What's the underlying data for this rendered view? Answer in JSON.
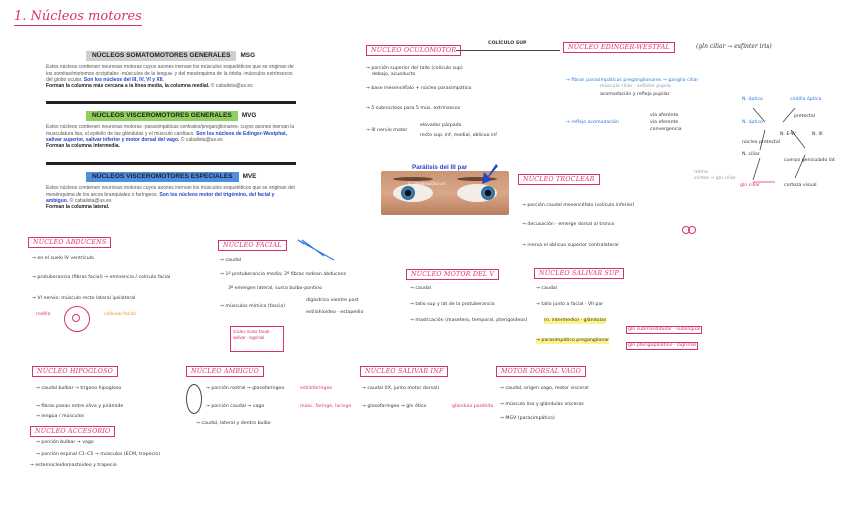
{
  "page_title": "1. Núcleos motores",
  "printed": {
    "somatomotores": {
      "heading": "NÚCLEOS SOMATOMOTORES GENERALES",
      "abbr": "MSG",
      "text": "Estos núcleos contienen neuronas motoras cuyos axones inervan los músculos esqueléticos que se originan de los somitas/miotomos occipitales -músculos de la lengua- y del mesénquima de la órbita -músculos extrínsecos del globo ocular.",
      "blue": "Son los núcleos del III, IV, VI y XII.",
      "bold": "Forman la columna más cercana a la línea media, la columna medial.",
      "credit": "© cabalista@us.es"
    },
    "visceromotores_generales": {
      "heading": "NÚCLEOS VISCEROMOTORES GENERALES",
      "abbr": "MVG",
      "text": "Estos núcleos contienen neuronas motoras -parasimpáticas centrales/preganglionares- cuyos axones inervan la musculatura lisa, el epitelio de las glándulas y el músculo cardíaco.",
      "blue": "Son los núcleos de Edinger-Westphal, salivar superior, salivar inferior y motor dorsal del vago.",
      "credit": "© cabalista@us.es",
      "bold": "Forman la columna intermedia."
    },
    "visceromotores_especiales": {
      "heading": "NÚCLEOS VISCEROMOTORES ESPECIALES",
      "abbr": "MVE",
      "text": "Estos núcleos contienen neuronas motoras cuyos axones inervan los músculos esqueléticos que se originan del mesénquima de los arcos branquiales o faríngeos.",
      "blue": "Son los núcleos motor del trigémino, del facial y ambiguo.",
      "credit": "© cabalista@us.es",
      "bold": "Forman la columna lateral."
    }
  },
  "photo": {
    "title": "Parálisis del III par",
    "credit": "© cabalista@us.es"
  },
  "boxes": {
    "oculomotor": "NÚCLEO OCULOMOTOR",
    "edinger": "NÚCLEO EDINGER-WESTFAL",
    "edinger_note": "(gln ciliar → esfínter iris)",
    "coliculo": "COLÍCULO SUP",
    "troclear": "NÚCLEO TROCLEAR",
    "abducens": "NÚCLEO ABDUCENS",
    "facial": "NÚCLEO FACIAL",
    "motor_v": "NÚCLEO MOTOR DEL V",
    "salivar_sup": "NÚCLEO SALIVAR SUP",
    "hipogloso": "NÚCLEO HIPOGLOSO",
    "ambiguo": "NÚCLEO AMBIGUO",
    "salivar_inf": "NÚCLEO SALIVAR INF",
    "dorsal_vago": "MOTOR DORSAL VAGO",
    "accesorio": "NÚCLEO ACCESORIO"
  },
  "notes": {
    "ocu1": "→ porción superior del tallo (colículo sup)",
    "ocu1b": "debajo, acueducto",
    "ocu2": "→ base mesencéfalo + núcleo parasimpático",
    "ocu3": "→ 5 subnúcleos para 5 mús. extrínsecos",
    "ocu4": "→ III nervio motor",
    "ocu4a": "elevador párpado",
    "ocu4b": "recto sup, inf, medial, oblicuo inf",
    "ew1": "→ fibras parasimpáticas preganglionares → ganglio ciliar",
    "ew1b": "músculo ciliar · esfínter pupila",
    "ew1c": "acomodación y reflejo pupilar",
    "ew2": "→ reflejo acomodación",
    "ew2a": "vía aferente",
    "ew2b": "vía eferente",
    "ew2c": "convergencia",
    "ew_diag1": "N. óptico",
    "ew_diag2": "cintilla óptica",
    "ew_diag3": "N. óptico",
    "ew_diag4": "pretectal",
    "ew_diag5": "núcleo pretectal",
    "ew_diag6": "N. E-W",
    "ew_diag7": "N. III",
    "ew_diag8": "N. ciliar",
    "ew_diag9": "gln ciliar",
    "ew_diag10": "esfínter pupila",
    "ew_diag11": "cuerpo geniculado lat",
    "ew_diag12": "corteza visual",
    "ew_diag13": "retina",
    "ew_diag14": "córtex → gln ciliar",
    "tro1": "→ porción caudal mesencéfalo (colículo inferior)",
    "tro2": "→ decusación · emerge dorsal al tronco",
    "tro3": "→ inerva el oblicuo superior contralateral",
    "abd1": "→ en el suelo IV ventrículo",
    "abd2": "→ protuberancia (fibras facial) → eminencia / colículo facial",
    "abd3": "→ VI nervio: músculo recto lateral ipsilateral",
    "abd_fig1": "rodilla",
    "abd_fig2": "colículo facial",
    "fac1": "→ caudal",
    "fac2": "→ 1º protuberancia media; 2º fibras rodean abducens",
    "fac3": "3º emergen lateral, surco bulbo-pontino",
    "fac4": "→ músculos mímica (fascia)",
    "fac4a": "digástrico vientre post",
    "fac4b": "estilohioideo · estapedio",
    "fac5": "núcleo motor facial · salivar · lagrimal",
    "mv1": "→ caudal",
    "mv2": "→ tallo sup y lat de la protuberancia",
    "mv3": "→ masticación (masetero, temporal, pterigoideos)",
    "ss1": "→ caudal",
    "ss2": "→ tallo junto a facial · VII par",
    "ss3": "(n. intermedio) · glándulas",
    "ss4": "→ parasimpático preganglionar",
    "ss4a": "gln submandibular · sublingual",
    "ss4b": "gln pterigopalatino · lagrimal",
    "hip1": "→ caudal bulbar → trígono hipogloso",
    "hip2": "→ fibras pasan entre oliva y pirámide",
    "hip3": "→ lengua / músculos",
    "amb1": "→ porción rostral → glosofaríngeo",
    "amb1a": "estilofaríngeo",
    "amb2": "→ porción caudal → vago",
    "amb2a": "músc. faringe, laringe",
    "amb3": "→ caudal, lateral y dentro bulbo",
    "si1": "→ caudal (IX, junto motor dorsal)",
    "si2": "→ glosofaríngeo → gln ótico",
    "si2a": "glándula parótida",
    "dv1": "→ caudal, origen vago, motor visceral",
    "dv2": "→ músculo liso y glándulas vísceras",
    "dv3": "→ MGV (parasimpático)",
    "acc1": "→ porción bulbar → vago",
    "acc2": "→ porción espinal C1–C5 → músculos (ECM, trapecio)",
    "acc3": "→ esternocleidomastoideo y trapecio"
  }
}
